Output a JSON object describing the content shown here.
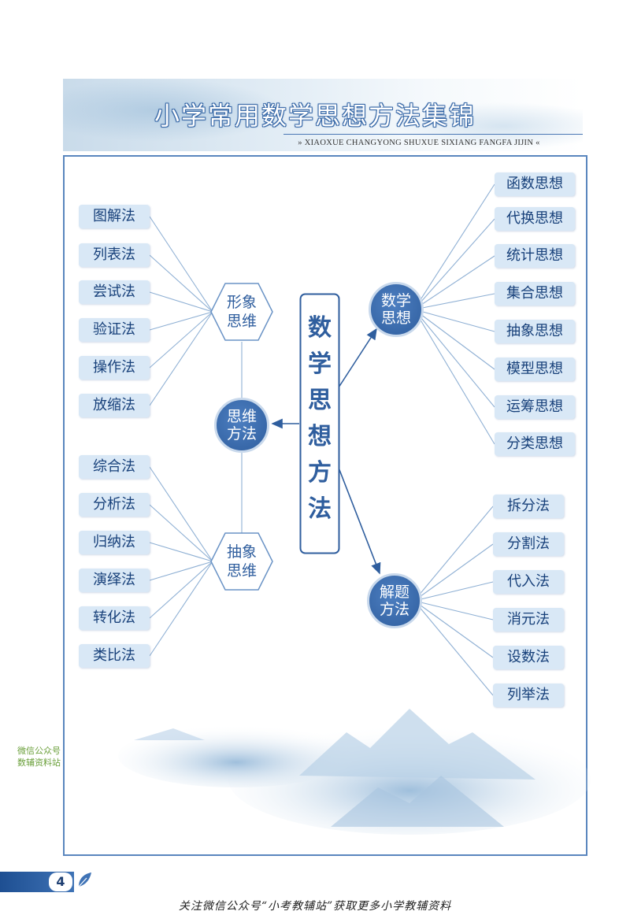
{
  "header": {
    "title": "小学常用数学思想方法集锦",
    "subtitle": "» XIAOXUE CHANGYONG SHUXUE SIXIANG FANGFA JIJIN «"
  },
  "diagram": {
    "center": "数学思想方法",
    "left_hub": "思维方法",
    "left_upper_hex": "形象思维",
    "left_upper_items": [
      "图解法",
      "列表法",
      "尝试法",
      "验证法",
      "操作法",
      "放缩法"
    ],
    "left_lower_hex": "抽象思维",
    "left_lower_items": [
      "综合法",
      "分析法",
      "归纳法",
      "演绎法",
      "转化法",
      "类比法"
    ],
    "right_upper_hub": "数学思想",
    "right_upper_items": [
      "函数思想",
      "代换思想",
      "统计思想",
      "集合思想",
      "抽象思想",
      "模型思想",
      "运筹思想",
      "分类思想"
    ],
    "right_lower_hub": "解题方法",
    "right_lower_items": [
      "拆分法",
      "分割法",
      "代入法",
      "消元法",
      "设数法",
      "列举法"
    ]
  },
  "footer": {
    "page_number": "4",
    "note": "关注微信公众号“小考教辅站”获取更多小学教辅资料"
  },
  "watermark": {
    "line1": "微信公众号",
    "line2": "数辅资料站"
  },
  "colors": {
    "accent": "#2f5e9e",
    "leaf_bg": "#d9e8f6",
    "leaf_text": "#17407a",
    "frame": "#5a86be"
  }
}
